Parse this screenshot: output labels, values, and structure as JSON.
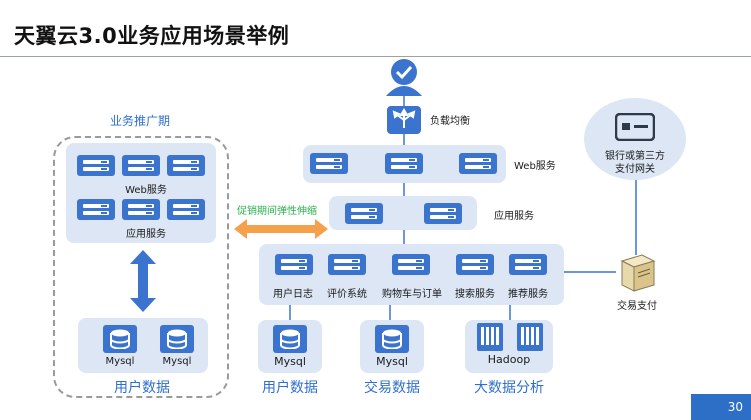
{
  "title": "天翼云3.0业务应用场景举例",
  "page_number": "30",
  "colors": {
    "accent": "#3a74cf",
    "panel": "#dce6f4",
    "orange": "#f5a04a",
    "green": "#2bb24c",
    "text_blue": "#2f6fd0"
  },
  "promo": {
    "heading": "业务推广期",
    "web_label": "Web服务",
    "app_label": "应用服务",
    "mysql1": "Mysql",
    "mysql2": "Mysql",
    "data_label": "用户数据"
  },
  "elastic_label": "促销期间弹性伸缩",
  "load_balancer_label": "负载均衡",
  "web_service_label": "Web服务",
  "app_service_label": "应用服务",
  "services": [
    "用户日志",
    "评价系统",
    "购物车与订单",
    "搜索服务",
    "推荐服务"
  ],
  "bottom": {
    "user_db": "Mysql",
    "trade_db": "Mysql",
    "bigdata": "Hadoop",
    "user_label": "用户数据",
    "trade_label": "交易数据",
    "bigdata_label": "大数据分析"
  },
  "bank_label_line1": "银行或第三方",
  "bank_label_line2": "支付网关",
  "payment_label": "交易支付",
  "icons": [
    "user-check-icon",
    "load-balancer-icon",
    "server-icon",
    "database-icon",
    "hadoop-icon",
    "card-icon",
    "pc-server-icon",
    "double-arrow-icon"
  ]
}
